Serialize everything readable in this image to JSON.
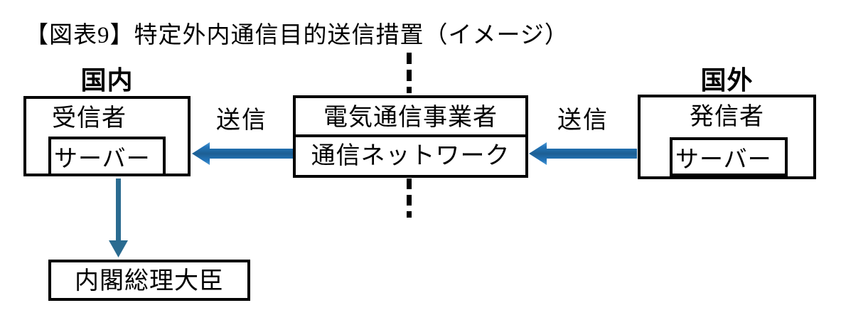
{
  "title": "【図表9】特定外内通信目的送信措置（イメージ）",
  "regions": {
    "domestic_label": "国内",
    "overseas_label": "国外"
  },
  "boxes": {
    "receiver": {
      "label": "受信者",
      "server_label": "サーバー"
    },
    "carrier": {
      "row1": "電気通信事業者",
      "row2": "通信ネットワーク"
    },
    "sender": {
      "label": "発信者",
      "server_label": "サーバー"
    },
    "prime_minister": {
      "label": "内閣総理大臣"
    }
  },
  "arrows": {
    "left_transmission_label": "送信",
    "right_transmission_label": "送信"
  },
  "colors": {
    "arrow_edge": "#4f9bd4",
    "arrow_mid": "#2375ba",
    "arrow_core": "#1d5f93",
    "down_arrow": "#2a6b90",
    "dashed_line": "#000000",
    "border_black": "#000000"
  }
}
